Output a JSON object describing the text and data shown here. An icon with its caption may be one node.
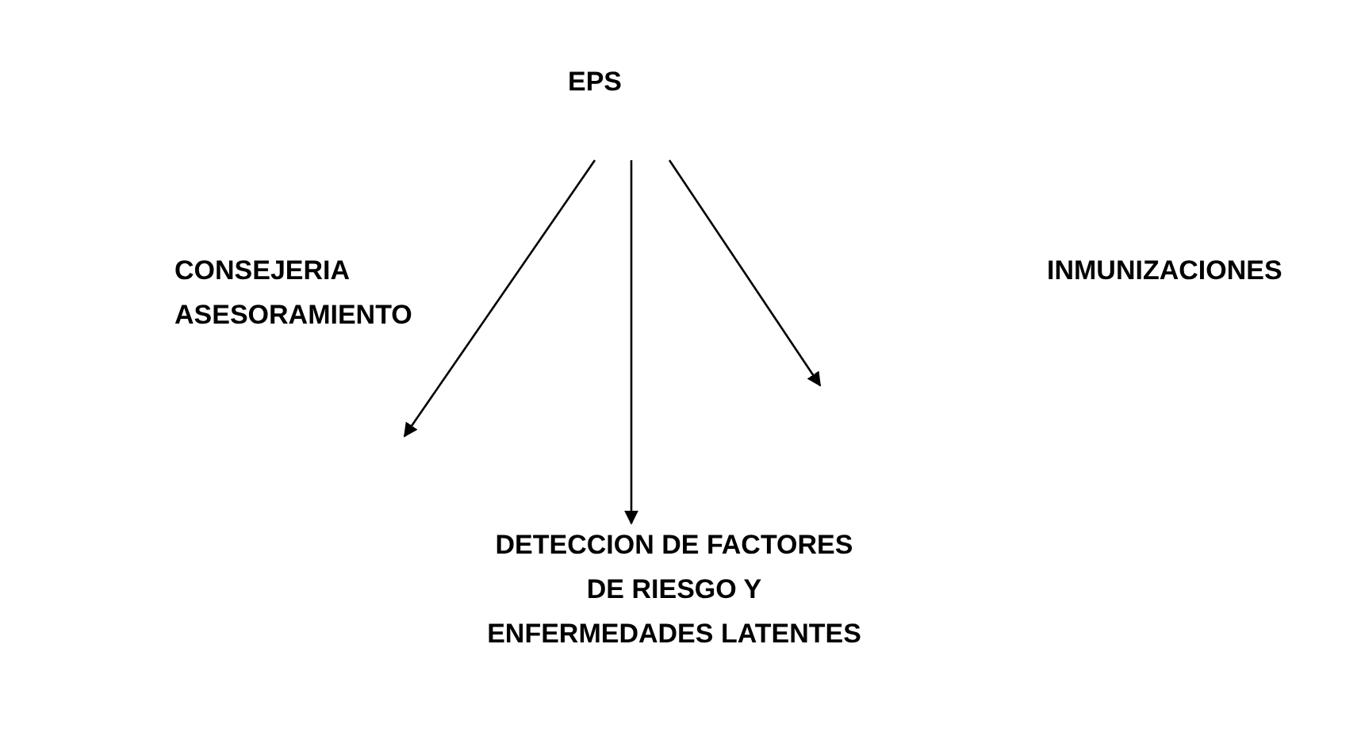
{
  "diagram": {
    "nodes": [
      {
        "text": [
          "EPS"
        ]
      },
      {
        "text": [
          "CONSEJERIA ASESORAMIENTO"
        ]
      },
      {
        "text": [
          "INMUNIZACIONES"
        ]
      },
      {
        "text": [
          "DETECCION DE FACTORES DE RIESGO Y ENFERMEDADES LATENTES"
        ]
      }
    ],
    "edges": [
      {
        "from": 0,
        "to": 1,
        "arrow": "to"
      },
      {
        "from": 0,
        "to": 3,
        "arrow": "to"
      },
      {
        "from": 0,
        "to": null,
        "arrow": "to"
      }
    ]
  }
}
